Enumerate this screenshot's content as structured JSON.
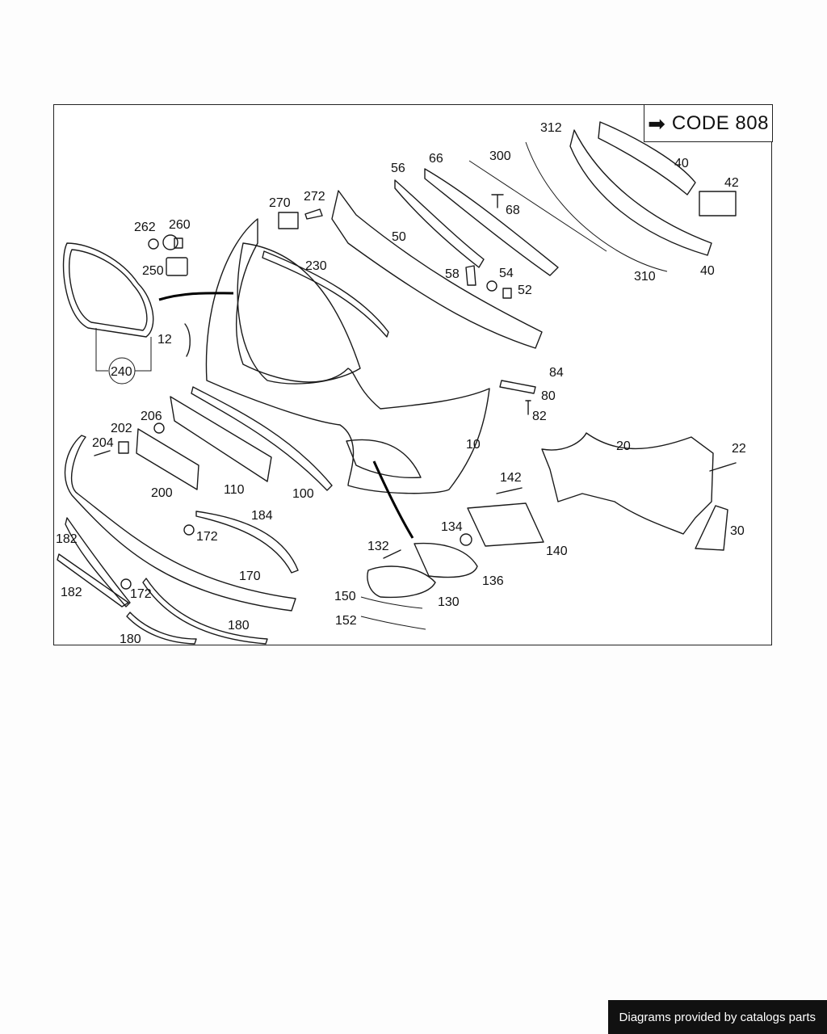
{
  "code_badge": {
    "arrow_icon": "arrow-right-icon",
    "label": "CODE 808"
  },
  "footer": {
    "credit": "Diagrams provided by catalogs parts"
  },
  "callouts": [
    {
      "id": "p312",
      "text": "312"
    },
    {
      "id": "p300",
      "text": "300"
    },
    {
      "id": "p66",
      "text": "66"
    },
    {
      "id": "p56",
      "text": "56"
    },
    {
      "id": "p40a",
      "text": "40"
    },
    {
      "id": "p42",
      "text": "42"
    },
    {
      "id": "p270",
      "text": "270"
    },
    {
      "id": "p272",
      "text": "272"
    },
    {
      "id": "p68",
      "text": "68"
    },
    {
      "id": "p262",
      "text": "262"
    },
    {
      "id": "p260",
      "text": "260"
    },
    {
      "id": "p50",
      "text": "50"
    },
    {
      "id": "p250",
      "text": "250"
    },
    {
      "id": "p230",
      "text": "230"
    },
    {
      "id": "p58",
      "text": "58"
    },
    {
      "id": "p54",
      "text": "54"
    },
    {
      "id": "p52",
      "text": "52"
    },
    {
      "id": "p310",
      "text": "310"
    },
    {
      "id": "p40b",
      "text": "40"
    },
    {
      "id": "p12",
      "text": "12"
    },
    {
      "id": "p240",
      "text": "240"
    },
    {
      "id": "p84",
      "text": "84"
    },
    {
      "id": "p80",
      "text": "80"
    },
    {
      "id": "p82",
      "text": "82"
    },
    {
      "id": "p206",
      "text": "206"
    },
    {
      "id": "p202",
      "text": "202"
    },
    {
      "id": "p204",
      "text": "204"
    },
    {
      "id": "p10",
      "text": "10"
    },
    {
      "id": "p20",
      "text": "20"
    },
    {
      "id": "p22",
      "text": "22"
    },
    {
      "id": "p200",
      "text": "200"
    },
    {
      "id": "p110",
      "text": "110"
    },
    {
      "id": "p100",
      "text": "100"
    },
    {
      "id": "p142",
      "text": "142"
    },
    {
      "id": "p184",
      "text": "184"
    },
    {
      "id": "p182a",
      "text": "182"
    },
    {
      "id": "p172a",
      "text": "172"
    },
    {
      "id": "p134",
      "text": "134"
    },
    {
      "id": "p30",
      "text": "30"
    },
    {
      "id": "p140",
      "text": "140"
    },
    {
      "id": "p132",
      "text": "132"
    },
    {
      "id": "p136",
      "text": "136"
    },
    {
      "id": "p170",
      "text": "170"
    },
    {
      "id": "p182b",
      "text": "182"
    },
    {
      "id": "p172b",
      "text": "172"
    },
    {
      "id": "p150",
      "text": "150"
    },
    {
      "id": "p130",
      "text": "130"
    },
    {
      "id": "p152",
      "text": "152"
    },
    {
      "id": "p180a",
      "text": "180"
    },
    {
      "id": "p180b",
      "text": "180"
    }
  ]
}
